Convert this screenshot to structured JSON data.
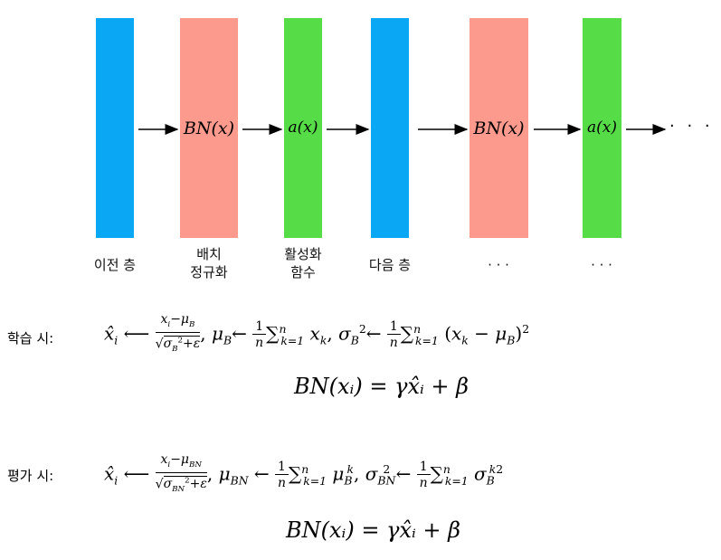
{
  "diagram": {
    "columns": [
      {
        "id": "prev",
        "color": "#0aa7f5",
        "label_lines": [
          "이전 층"
        ],
        "text": ""
      },
      {
        "id": "bn1",
        "color": "#fd9a8e",
        "label_lines": [
          "배치",
          "정규화"
        ],
        "text": "BN(x)"
      },
      {
        "id": "act1",
        "color": "#55dc47",
        "label_lines": [
          "활성화",
          "함수"
        ],
        "text": "a(x)"
      },
      {
        "id": "next",
        "color": "#0aa7f5",
        "label_lines": [
          "다음 층"
        ],
        "text": ""
      },
      {
        "id": "bn2",
        "color": "#fd9a8e",
        "label_lines": [
          "· · ·"
        ],
        "text": "BN(x)"
      },
      {
        "id": "act2",
        "color": "#55dc47",
        "label_lines": [
          "· · ·"
        ],
        "text": "a(x)"
      }
    ],
    "trailing": "· · ·"
  },
  "formulas": {
    "train_label": "학습 시:",
    "eval_label": "평가 시:",
    "bn_equation": "BN(xᵢ) = γx̂ᵢ + β"
  },
  "colors": {
    "blue": "#0aa7f5",
    "salmon": "#fd9a8e",
    "green": "#55dc47"
  }
}
